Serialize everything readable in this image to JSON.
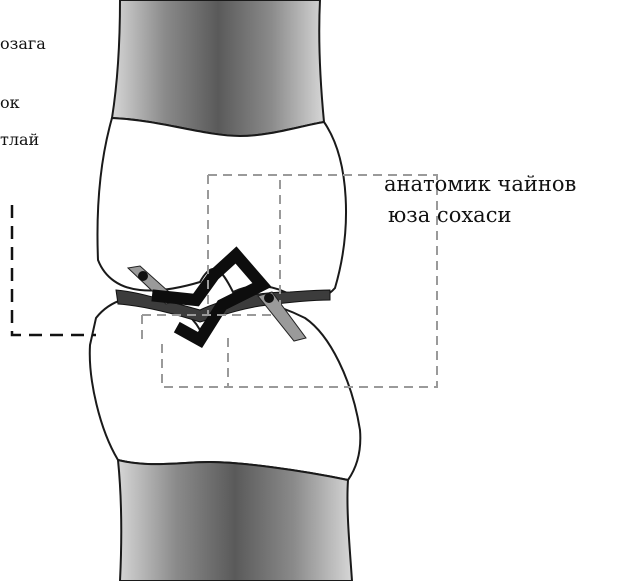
{
  "labels": {
    "left_line_1": "озага",
    "left_line_2": "ок",
    "left_line_3": "тлай",
    "right_line_1": "анатомик чайнов",
    "right_line_2": "юза сохаси"
  },
  "colors": {
    "outline": "#1a1a1a",
    "tooth_fill": "#ffffff",
    "root_shade": "#7a7a7a",
    "band_dark": "#3c3c3c",
    "band_light": "#9a9a9a",
    "contact_black": "#0d0d0d",
    "dash_gray": "#9a9a9a",
    "dash_black": "#111111"
  }
}
